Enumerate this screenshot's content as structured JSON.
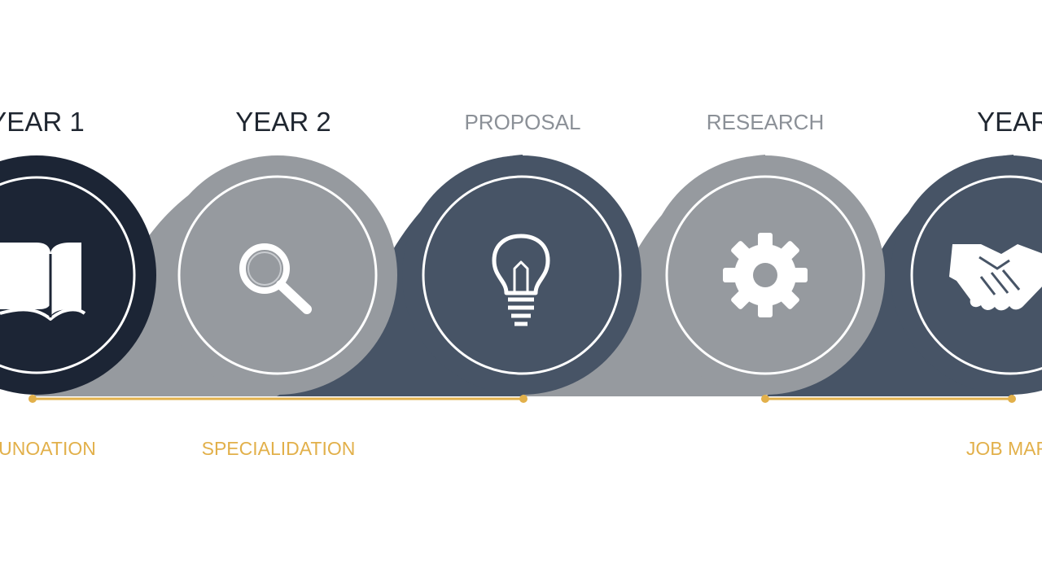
{
  "stages": [
    {
      "top_label": "YEAR 1",
      "bottom_label": "UNOATION",
      "icon": "open-book-icon",
      "style": "dark"
    },
    {
      "top_label": "YEAR 2",
      "bottom_label": "SPECIALIDATION",
      "icon": "magnifier-icon",
      "style": "gray"
    },
    {
      "top_label": "PROPOSAL",
      "bottom_label": "",
      "icon": "lightbulb-icon",
      "style": "slate"
    },
    {
      "top_label": "RESEARCH",
      "bottom_label": "",
      "icon": "gear-icon",
      "style": "gray"
    },
    {
      "top_label": "YEAR",
      "bottom_label": "JOB MAR",
      "icon": "handshake-icon",
      "style": "slate"
    }
  ],
  "colors": {
    "dark": "#1c2535",
    "slate": "#475466",
    "gray": "#969a9f",
    "accent": "#e2b04a",
    "label_dark": "#1f2630",
    "label_muted": "#8b9097",
    "ring": "#ffffff"
  }
}
